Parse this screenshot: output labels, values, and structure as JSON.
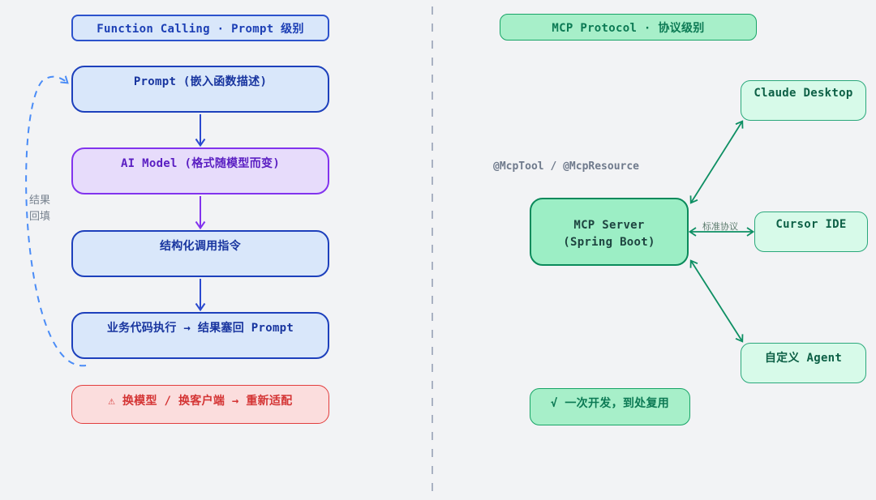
{
  "palette": {
    "background": "#f2f3f5",
    "blue_border": "#1d40bc",
    "blue_fill": "#d9e7fa",
    "purple_border": "#8233ee",
    "purple_fill": "#e7dcfb",
    "red_border": "#e23d3d",
    "red_fill": "#fbdddd",
    "green_border": "#0b8a5b",
    "green_fill": "#9ceec5",
    "green_light_fill": "#d7fae9",
    "arrow_green": "#0e8f63",
    "arrow_blue": "#2a49cf",
    "loop_dashed_blue": "#4a8cf7",
    "divider_gray": "#a9b1c2"
  },
  "left": {
    "header": "Function Calling · Prompt 级别",
    "flow": [
      {
        "label": "Prompt (嵌入函数描述)"
      },
      {
        "label": "AI Model (格式随模型而变)"
      },
      {
        "label": "结构化调用指令"
      },
      {
        "label": "业务代码执行 → 结果塞回 Prompt"
      }
    ],
    "loop_label": [
      "结果",
      "回填"
    ],
    "warning": "⚠ 换模型 / 换客户端 → 重新适配"
  },
  "right": {
    "header": "MCP Protocol · 协议级别",
    "annotation": "@McpTool / @McpResource",
    "server": {
      "line1": "MCP Server",
      "line2": "(Spring Boot)"
    },
    "clients": [
      {
        "label": "Claude Desktop"
      },
      {
        "label": "Cursor IDE"
      },
      {
        "label": "自定义 Agent"
      }
    ],
    "edge_label": "标准协议",
    "benefit": "√ 一次开发，到处复用"
  }
}
